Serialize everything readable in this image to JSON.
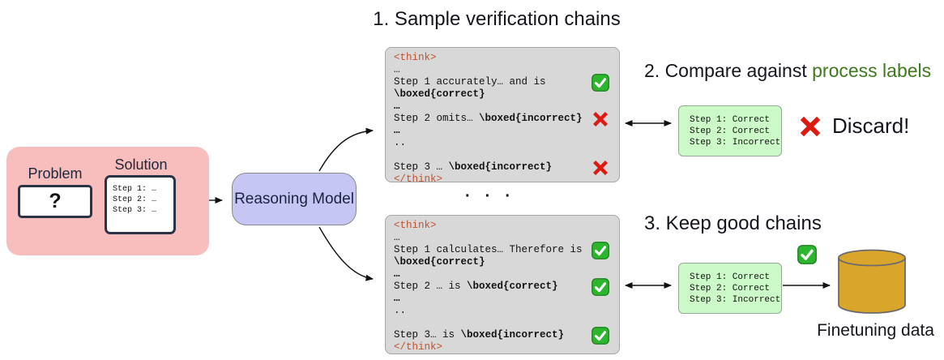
{
  "titles": {
    "sample": "1. Sample verification chains",
    "compare_prefix": "2. Compare against ",
    "compare_highlight": "process labels",
    "keep": "3. Keep good chains"
  },
  "problem_card": {
    "problem_label": "Problem",
    "problem_value": "?",
    "solution_label": "Solution",
    "solution_lines": [
      "Step 1: …",
      "Step 2: …",
      "Step 3: …"
    ]
  },
  "model": {
    "label": "Reasoning Model"
  },
  "separator_dots": "···",
  "chain_top": {
    "rows": [
      {
        "type": "tag",
        "text": "<think>"
      },
      {
        "type": "code",
        "spans": [
          {
            "t": "…"
          }
        ]
      },
      {
        "type": "code",
        "spans": [
          {
            "t": "Step 1 accurately… and is"
          }
        ],
        "mark": "check"
      },
      {
        "type": "code",
        "spans": [
          {
            "t": "\\boxed{correct}",
            "b": true
          }
        ]
      },
      {
        "type": "code",
        "spans": [
          {
            "t": "…",
            "b": true
          }
        ]
      },
      {
        "type": "code",
        "spans": [
          {
            "t": "Step 2 omits… "
          },
          {
            "t": "\\boxed{incorrect}",
            "b": true
          }
        ],
        "mark": "x"
      },
      {
        "type": "code",
        "spans": [
          {
            "t": "…",
            "b": true
          }
        ]
      },
      {
        "type": "code",
        "spans": [
          {
            "t": ".."
          }
        ]
      },
      {
        "type": "blank"
      },
      {
        "type": "code",
        "spans": [
          {
            "t": "Step 3 … "
          },
          {
            "t": "\\boxed{incorrect}",
            "b": true
          }
        ],
        "mark": "x"
      },
      {
        "type": "tag",
        "text": "</think>"
      }
    ]
  },
  "chain_bottom": {
    "rows": [
      {
        "type": "tag",
        "text": "<think>"
      },
      {
        "type": "code",
        "spans": [
          {
            "t": "…"
          }
        ]
      },
      {
        "type": "code",
        "spans": [
          {
            "t": "Step 1 calculates… Therefore is"
          }
        ],
        "mark": "check"
      },
      {
        "type": "code",
        "spans": [
          {
            "t": "\\boxed{correct}",
            "b": true
          }
        ]
      },
      {
        "type": "code",
        "spans": [
          {
            "t": "…",
            "b": true
          }
        ]
      },
      {
        "type": "code",
        "spans": [
          {
            "t": "Step 2 … is "
          },
          {
            "t": "\\boxed{correct}",
            "b": true
          }
        ],
        "mark": "check"
      },
      {
        "type": "code",
        "spans": [
          {
            "t": "…",
            "b": true
          }
        ]
      },
      {
        "type": "code",
        "spans": [
          {
            "t": ".."
          }
        ]
      },
      {
        "type": "blank"
      },
      {
        "type": "code",
        "spans": [
          {
            "t": "Step 3… is "
          },
          {
            "t": "\\boxed{incorrect}",
            "b": true
          }
        ],
        "mark": "check"
      },
      {
        "type": "tag",
        "text": "</think>"
      }
    ]
  },
  "labels_top": {
    "lines": [
      "Step 1: Correct",
      "Step 2: Correct",
      "Step 3: Incorrect"
    ]
  },
  "labels_bottom": {
    "lines": [
      "Step 1: Correct",
      "Step 2: Correct",
      "Step 3: Incorrect"
    ]
  },
  "discard": {
    "label": "Discard!"
  },
  "finetuning": {
    "label": "Finetuning data"
  },
  "colors": {
    "pink_bg": "#f8bdbd",
    "model_bg": "#c6c6f4",
    "chain_bg": "#d8d8d8",
    "label_bg": "#ccf9c8",
    "think_tag": "#c0512e",
    "process_label_green": "#3c7a1c",
    "x_red": "#dc1a12",
    "check_green": "#2db52d",
    "cylinder_gold": "#d9a62b"
  }
}
